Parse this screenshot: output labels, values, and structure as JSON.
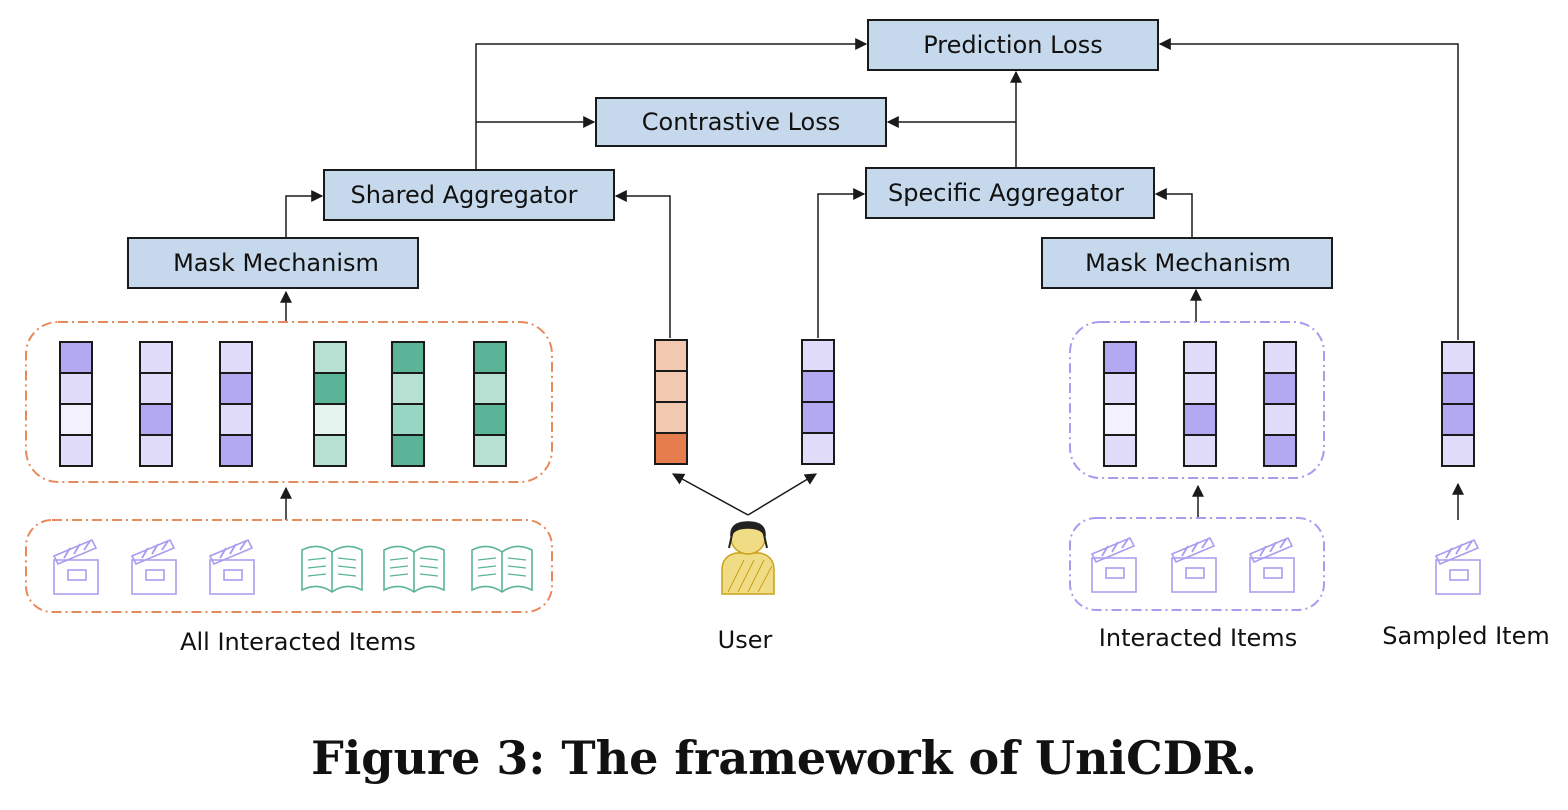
{
  "nodes": {
    "prediction_loss": "Prediction Loss",
    "contrastive_loss": "Contrastive Loss",
    "shared_aggregator": "Shared Aggregator",
    "specific_aggregator": "Specific Aggregator",
    "mask_left": "Mask Mechanism",
    "mask_right": "Mask Mechanism"
  },
  "labels": {
    "all_items": "All Interacted Items",
    "user": "User",
    "interacted_items": "Interacted Items",
    "sampled_item": "Sampled Item"
  },
  "caption": "Figure 3: The framework of UniCDR.",
  "colors": {
    "box_fill": "#c6d8ec",
    "orange_border": "#e8895c",
    "purple_border": "#a99cf0",
    "purple_pale": "#f3f1fd",
    "purple_light": "#e0dcfa",
    "purple_mid": "#b3a9f2",
    "green_pale": "#e6f4ef",
    "green_light": "#b5e0d2",
    "green_mid": "#97d6c2",
    "green_dark": "#5bb497",
    "orange_light": "#f2c9b0",
    "orange_dark": "#e57d4c"
  },
  "vectors": [
    [
      "purple_mid",
      "purple_light",
      "purple_pale",
      "purple_light"
    ],
    [
      "purple_light",
      "purple_light",
      "purple_mid",
      "purple_light"
    ],
    [
      "purple_light",
      "purple_mid",
      "purple_light",
      "purple_mid"
    ],
    [
      "green_light",
      "green_dark",
      "green_pale",
      "green_light"
    ],
    [
      "green_dark",
      "green_light",
      "green_mid",
      "green_dark"
    ],
    [
      "green_dark",
      "green_light",
      "green_dark",
      "green_light"
    ],
    [
      "orange_light",
      "orange_light",
      "orange_light",
      "orange_dark"
    ],
    [
      "purple_light",
      "purple_mid",
      "purple_mid",
      "purple_light"
    ],
    [
      "purple_mid",
      "purple_light",
      "purple_pale",
      "purple_light"
    ],
    [
      "purple_light",
      "purple_light",
      "purple_mid",
      "purple_light"
    ],
    [
      "purple_light",
      "purple_mid",
      "purple_light",
      "purple_mid"
    ],
    [
      "purple_light",
      "purple_mid",
      "purple_mid",
      "purple_light"
    ]
  ],
  "item_icons": [
    "clapper-icon",
    "clapper-icon",
    "clapper-icon",
    "book-icon",
    "book-icon",
    "book-icon",
    "clapper-icon",
    "clapper-icon",
    "clapper-icon",
    "clapper-icon"
  ],
  "user_icon": "user-icon"
}
